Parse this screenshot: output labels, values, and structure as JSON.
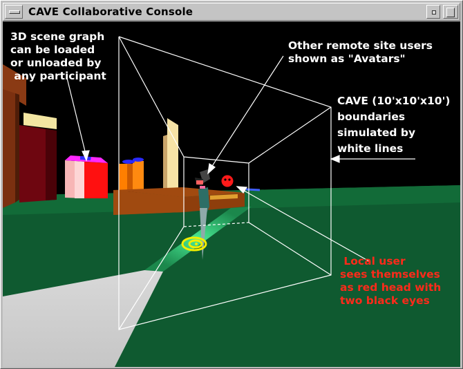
{
  "window": {
    "title": "CAVE Collaborative Console",
    "menu_icon": "window-menu-icon",
    "minimize_icon": "minimize-icon",
    "maximize_icon": "maximize-icon"
  },
  "annotations": {
    "scene_graph": [
      "3D scene graph",
      "can be loaded",
      "or unloaded by",
      " any participant"
    ],
    "avatars": [
      "Other remote site users",
      "shown as \"Avatars\""
    ],
    "cave_bounds": [
      "CAVE (10'x10'x10')",
      "boundaries",
      "simulated by",
      "white lines"
    ],
    "local_user": [
      " Local user",
      "sees themselves",
      "as red head with",
      "two black eyes"
    ]
  },
  "colors": {
    "annotation": "#ffffff",
    "local_user_annotation": "#ff2a1a",
    "floor": "#0f5a30",
    "background": "#000000"
  }
}
